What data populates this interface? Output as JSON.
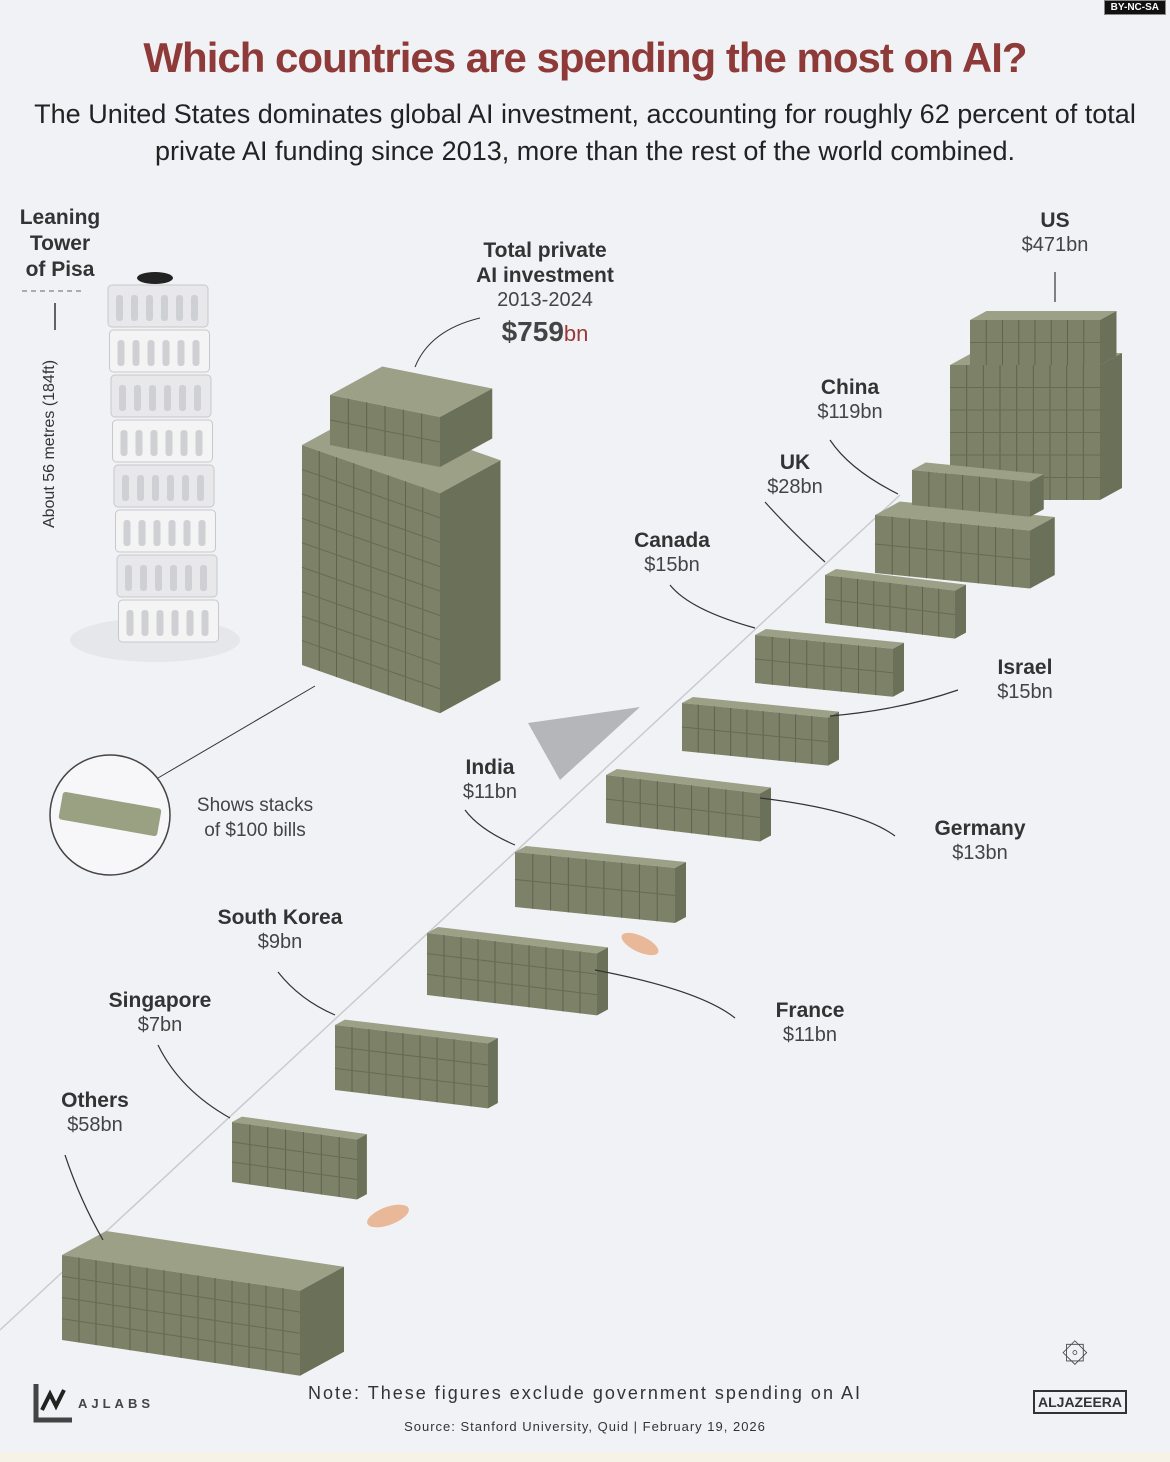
{
  "license_badge": "BY-NC-SA",
  "title": "Which countries are spending the most on AI?",
  "subtitle": "The United States dominates global AI investment, accounting for roughly 62 percent of total private AI funding since 2013, more than the rest of the world combined.",
  "pisa": {
    "name_line1": "Leaning",
    "name_line2": "Tower",
    "name_line3": "of Pisa",
    "height": "About 56 metres (184ft)"
  },
  "total": {
    "line1": "Total private",
    "line2": "AI investment",
    "period": "2013-2024",
    "value": "$759",
    "unit": "bn"
  },
  "legend": {
    "line1": "Shows stacks",
    "line2": "of $100 bills"
  },
  "note": "Note: These figures exclude government spending on AI",
  "source": "Source:  Stanford University, Quid | February 19, 2026",
  "brand_left": "AJLABS",
  "brand_right": "ALJAZEERA",
  "colors": {
    "title": "#8e3a38",
    "bills_front": "#7c8168",
    "bills_top": "#9ca086",
    "background": "#f1f2f6"
  },
  "chart_data": {
    "type": "bar",
    "title": "Which countries are spending the most on AI?",
    "unit": "US$ billions",
    "categories": [
      "US",
      "China",
      "UK",
      "Canada",
      "Israel",
      "Germany",
      "India",
      "France",
      "South Korea",
      "Singapore",
      "Others"
    ],
    "values": [
      471,
      119,
      28,
      15,
      15,
      13,
      11,
      11,
      9,
      7,
      58
    ],
    "labels": [
      "$471bn",
      "$119bn",
      "$28bn",
      "$15bn",
      "$15bn",
      "$13bn",
      "$11bn",
      "$11bn",
      "$9bn",
      "$7bn",
      "$58bn"
    ],
    "total": 759
  }
}
